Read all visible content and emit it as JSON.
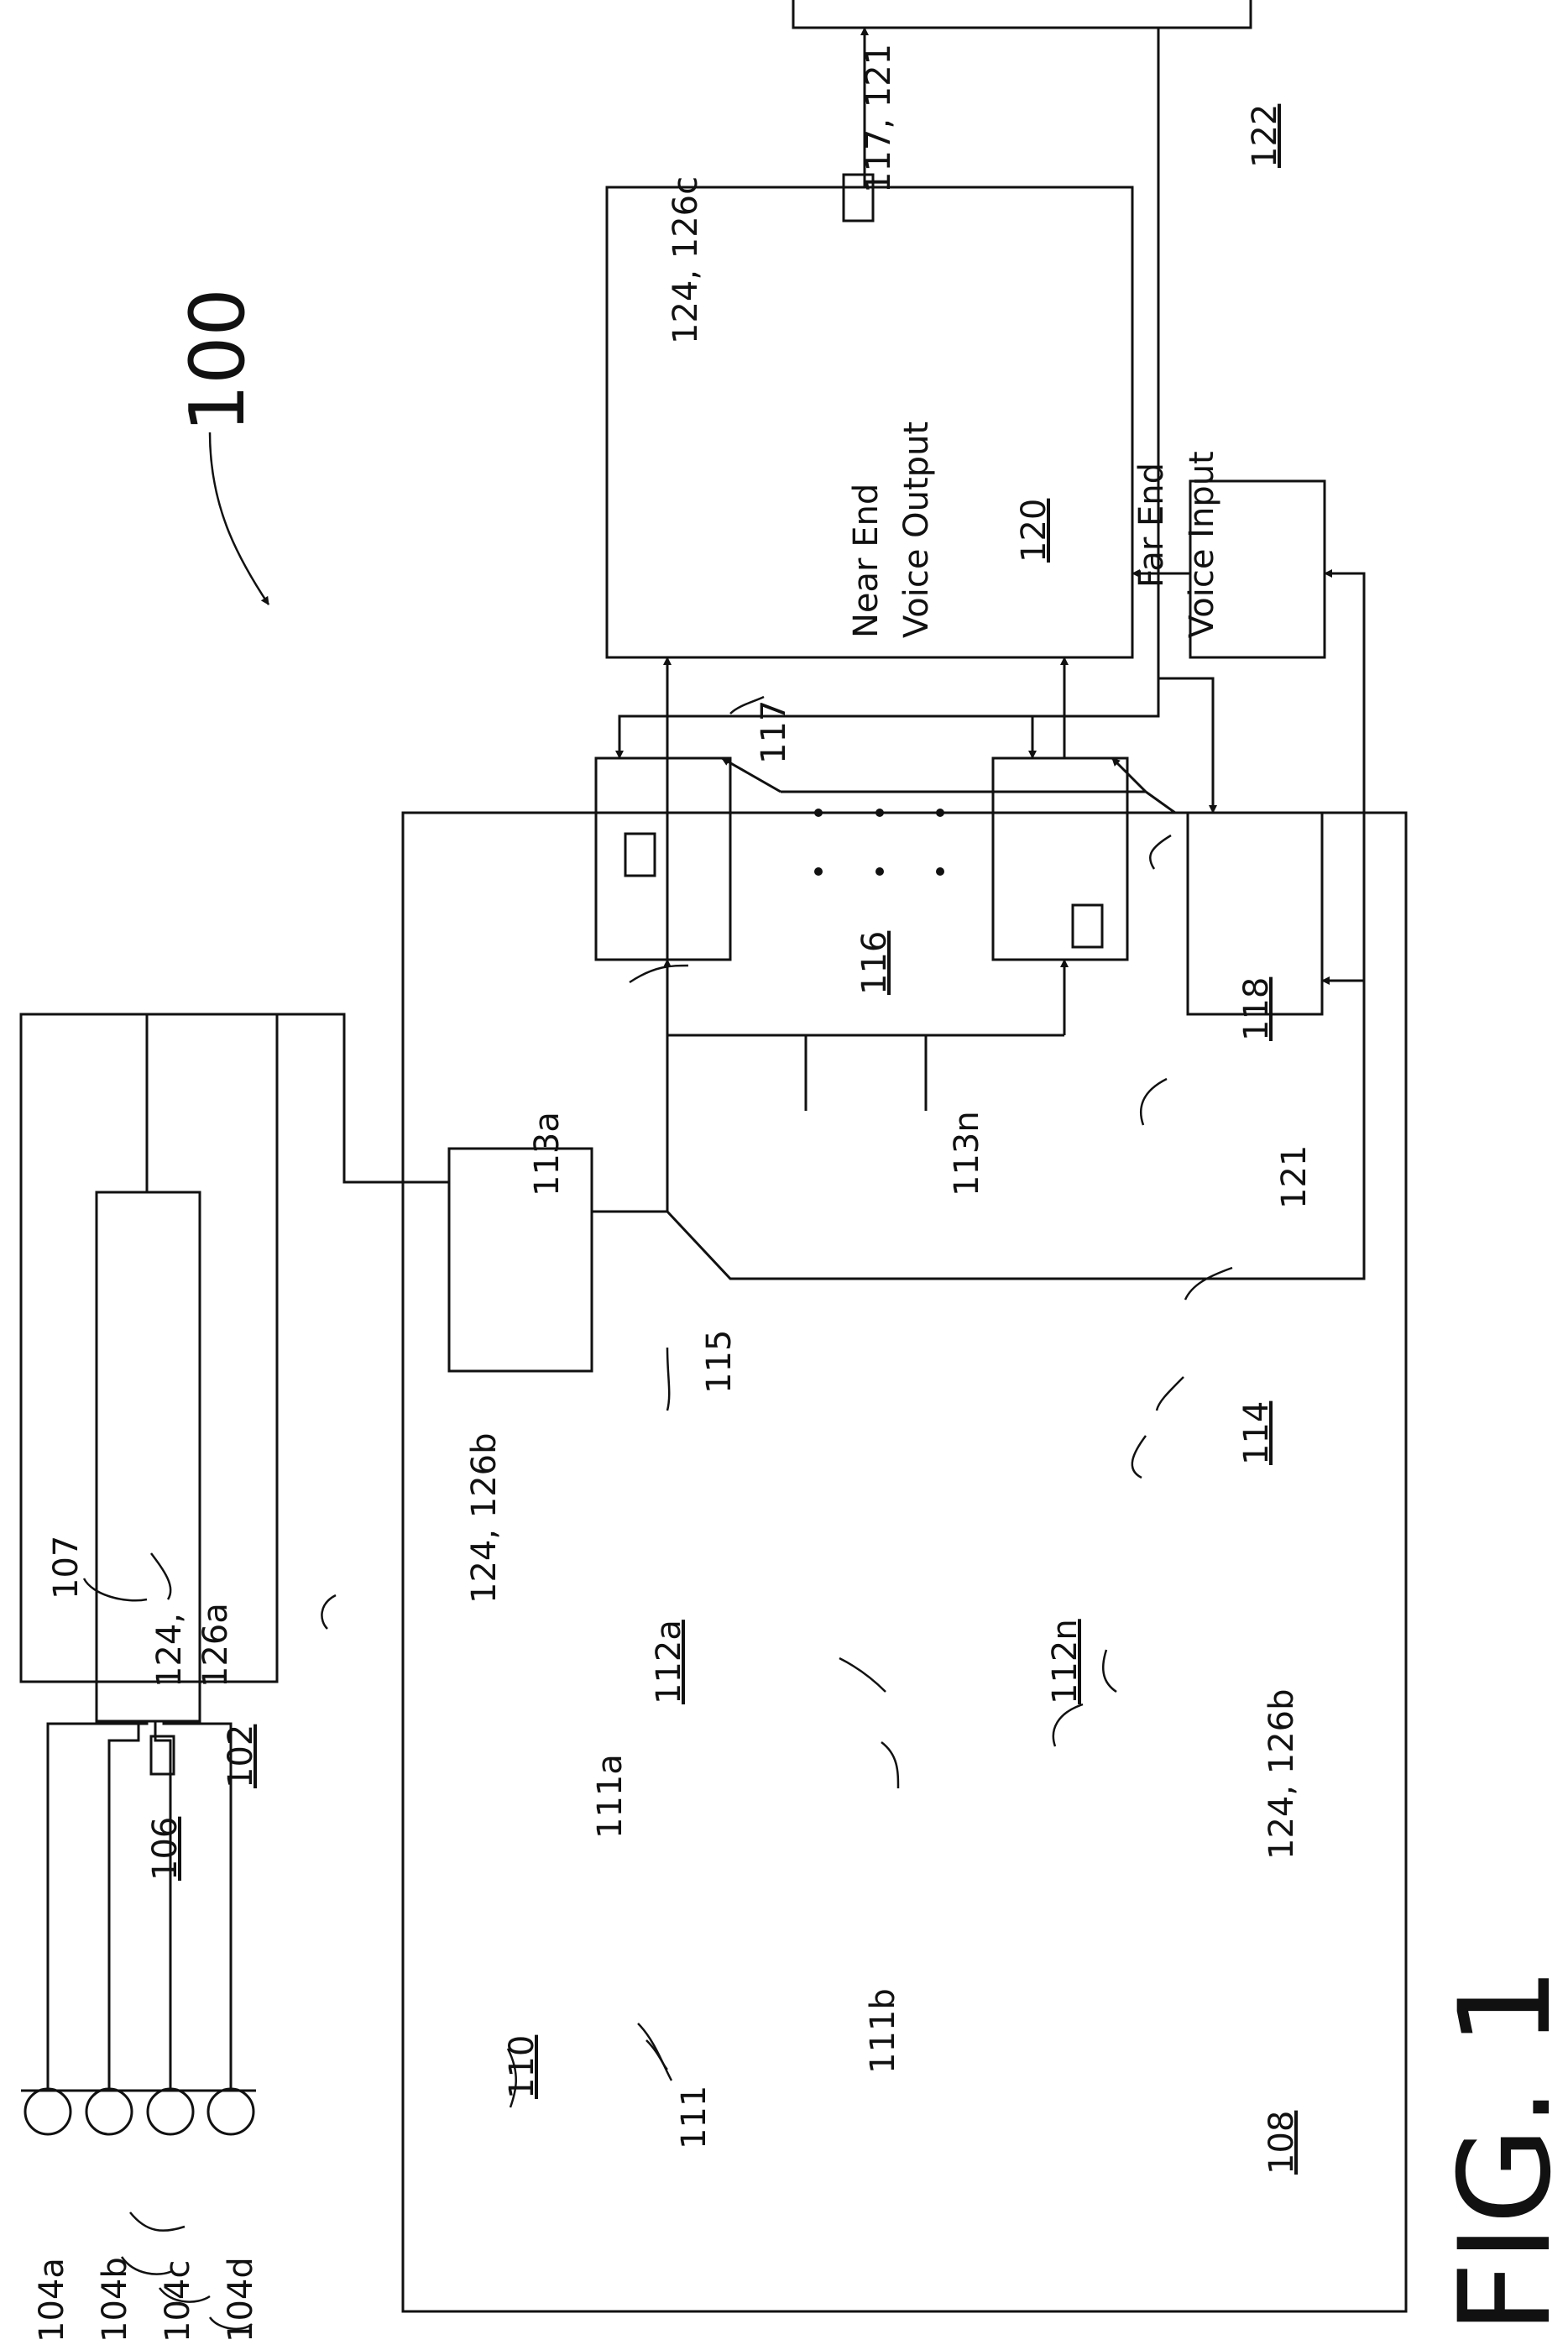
{
  "figure": {
    "system_ref": "100",
    "caption": "FIG. 1",
    "refs": {
      "r102": "102",
      "r104a": "104a",
      "r104b": "104b",
      "r104c": "104c",
      "r104d": "104d",
      "r106": "106",
      "r107": "107",
      "r124_126a_l1": "124,",
      "r124_126a_l2": "126a",
      "r108": "108",
      "r110": "110",
      "r111": "111",
      "r111a": "111a",
      "r111b": "111b",
      "r112a": "112a",
      "r112n": "112n",
      "r113a": "113a",
      "r113n": "113n",
      "r114": "114",
      "r115": "115",
      "r116": "116",
      "r117": "117",
      "r117_121": "117, 121",
      "r118": "118",
      "r120": "120",
      "r121": "121",
      "r122": "122",
      "r124_126b_top": "124, 126b",
      "r124_126b_bot": "124, 126b",
      "r124_126c": "124, 126c",
      "near_end_1": "Near End",
      "near_end_2": "Voice Output",
      "far_end_1": "Far End",
      "far_end_2": "Voice Input"
    }
  }
}
